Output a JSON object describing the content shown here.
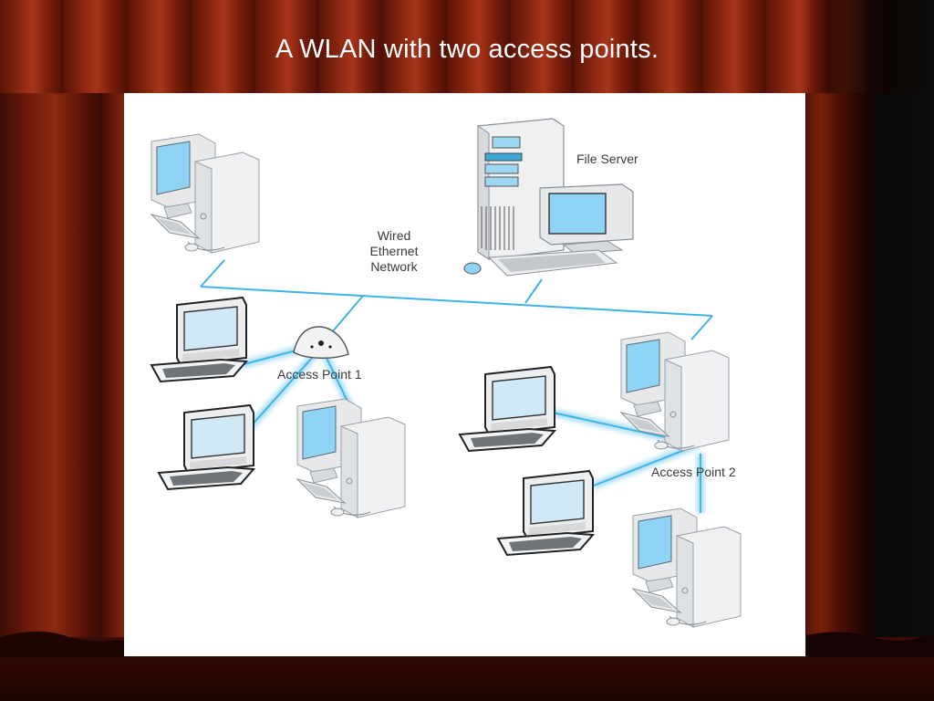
{
  "slide": {
    "title": "A WLAN with two access points."
  },
  "diagram": {
    "file_server_label": "File Server",
    "wired_line1": "Wired",
    "wired_line2": "Ethernet",
    "wired_line3": "Network",
    "ap1_label": "Access Point 1",
    "ap2_label": "Access Point 2"
  },
  "colors": {
    "curtain": "#7a1f0a",
    "wire": "#3fb3e6",
    "wireless_glow": "#a8def5",
    "screen": "#8fd3f5"
  }
}
